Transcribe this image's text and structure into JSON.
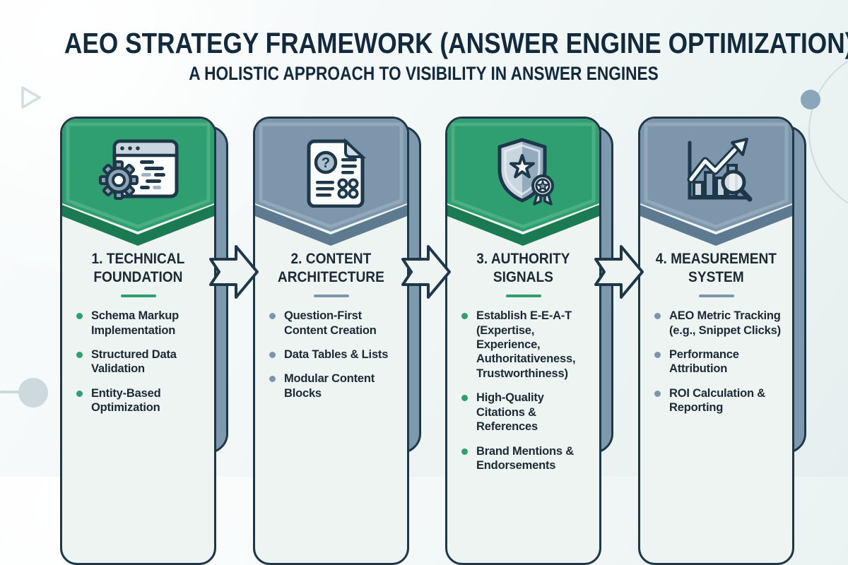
{
  "title": "AEO STRATEGY FRAMEWORK (ANSWER ENGINE OPTIMIZATION)",
  "subtitle": "A HOLISTIC APPROACH TO VISIBILITY IN ANSWER ENGINES",
  "colors": {
    "green": "#2f9e70",
    "green_dark": "#1c7a52",
    "green_light": "#63bd92",
    "slate": "#7d96ab",
    "slate_dark": "#5d7a90",
    "slate_light": "#a3b7c6",
    "outline": "#1e3849",
    "card_bg": "#edf4f2",
    "shadow": "#7e99ad",
    "title_text": "#132a3c",
    "bullet_text": "#1c2a36"
  },
  "cards": [
    {
      "title": "1. TECHNICAL FOUNDATION",
      "theme": "green",
      "icon": "browser-gear-icon",
      "bullets": [
        "Schema Markup Implementation",
        "Structured Data Validation",
        "Entity-Based Optimization"
      ]
    },
    {
      "title": "2. CONTENT ARCHITECTURE",
      "theme": "slate",
      "icon": "document-question-icon",
      "icon_glyph": "?",
      "bullets": [
        "Question-First Content Creation",
        "Data Tables & Lists",
        "Modular Content Blocks"
      ]
    },
    {
      "title": "3. AUTHORITY SIGNALS",
      "theme": "green",
      "icon": "shield-badge-icon",
      "bullets": [
        "Establish E-E-A-T (Expertise, Experience, Authoritativeness, Trustworthiness)",
        "High-Quality Citations & References",
        "Brand Mentions & Endorsements"
      ]
    },
    {
      "title": "4. MEASUREMENT SYSTEM",
      "theme": "slate",
      "icon": "chart-growth-icon",
      "bullets": [
        "AEO Metric Tracking (e.g., Snippet Clicks)",
        "Performance Attribution",
        "ROI Calculation & Reporting"
      ]
    }
  ]
}
